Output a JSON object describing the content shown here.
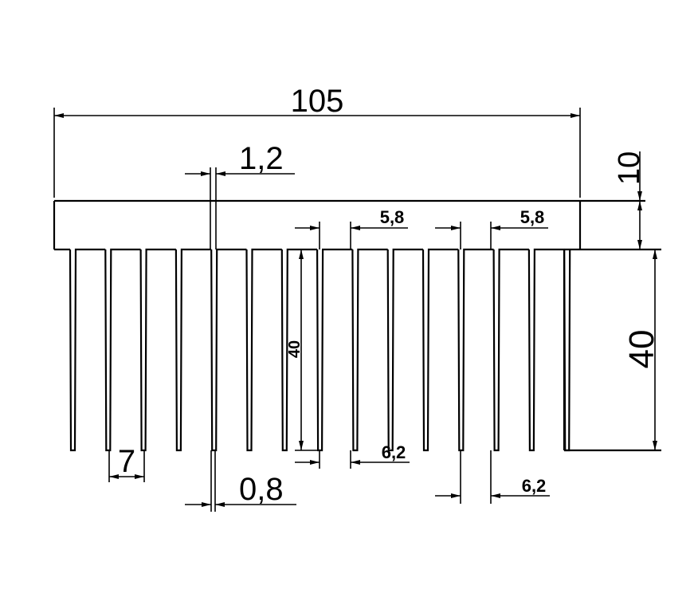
{
  "drawing": {
    "dimensions": {
      "overall_width": "105",
      "fin_thickness_top": "1,2",
      "base_height": "10",
      "fin_pitch_a": "5,8",
      "fin_pitch_b": "5,8",
      "fin_height_inner": "40",
      "fin_height_outer": "40",
      "fin_gap_a": "6,2",
      "fin_gap_b": "6,2",
      "fin_tip_spacing": "7",
      "fin_thickness_tip": "0,8"
    },
    "fin_count": 15
  }
}
